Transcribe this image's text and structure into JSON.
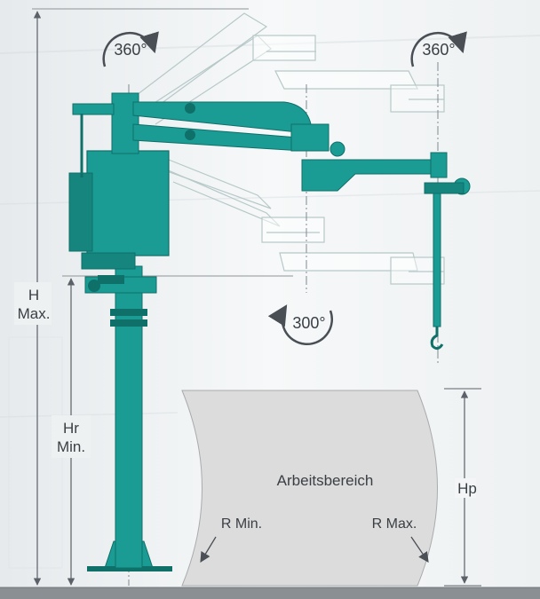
{
  "dimensions": {
    "height_max": [
      "H",
      "Max."
    ],
    "height_reach_min": [
      "Hr",
      "Min."
    ],
    "height_payload": "Hp"
  },
  "rotations": {
    "column": "360°",
    "outer_arm": "360°",
    "lower_swivel": "300°"
  },
  "work_area": {
    "label": "Arbeitsbereich",
    "radius_min": "R Min.",
    "radius_max": "R Max."
  },
  "colors": {
    "machine": "#1a9c94",
    "machine_dark": "#0f6f69",
    "ghost": "#c9d6d6",
    "work_area_fill": "#dcdcdc",
    "dimension_line": "#5b6168",
    "floor": "#8a8f93"
  }
}
